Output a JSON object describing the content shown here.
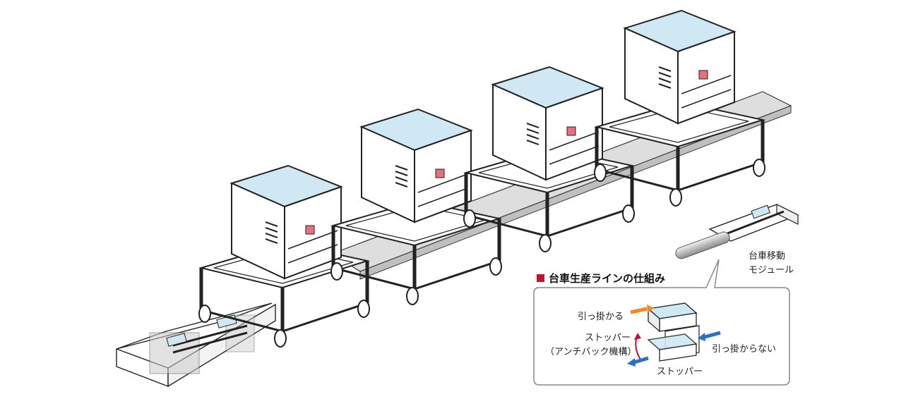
{
  "diagram": {
    "machine_count": 4,
    "module_label_line1": "台車移動",
    "module_label_line2": "モジュール",
    "inset": {
      "title": "台車生産ラインの仕組み",
      "label_hook": "引っ掛かる",
      "label_stopper_left_line1": "ストッパー",
      "label_stopper_left_line2": "（アンチバック機構）",
      "label_no_hook": "引っ掛からない",
      "label_stopper_bottom": "ストッパー"
    }
  },
  "colors": {
    "line": "#222222",
    "panel_glass": "#cfe8f4",
    "accent_red": "#c8102e",
    "conveyor_gray": "#d9d9d9",
    "arrow_orange": "#f08a24",
    "arrow_blue": "#2a6fc9",
    "callout_border": "#888888"
  }
}
